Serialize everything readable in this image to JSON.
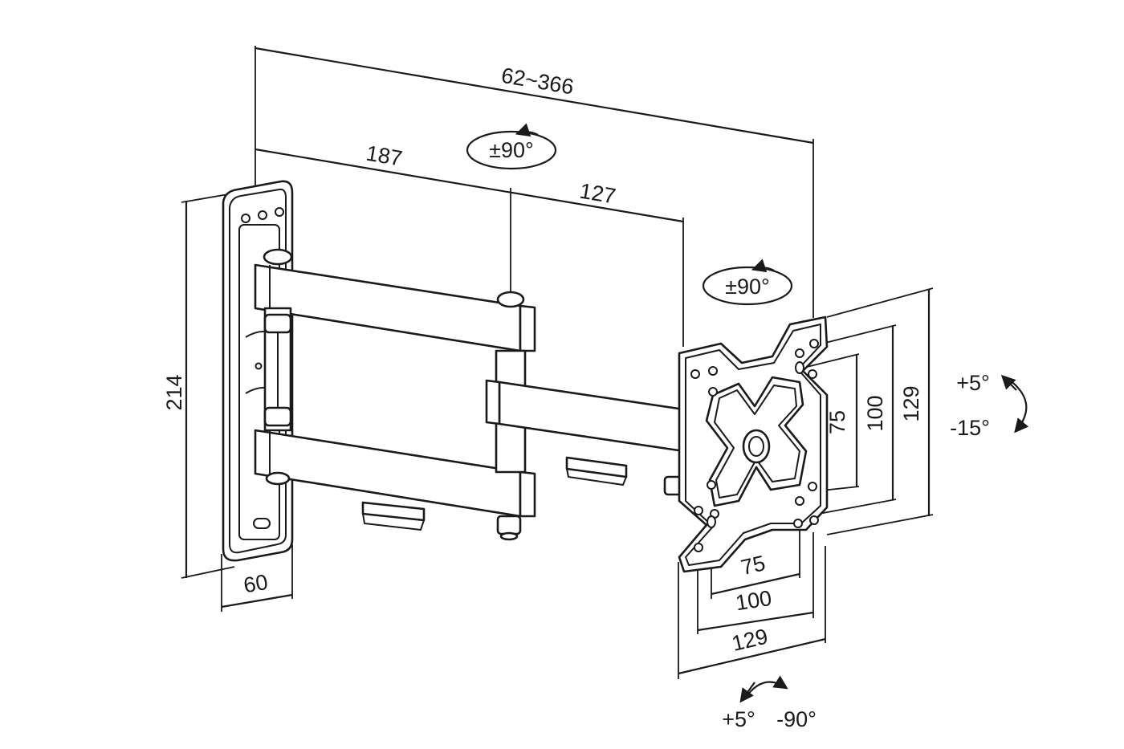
{
  "dimensions": {
    "total_extension": "62~366",
    "arm_first": "187",
    "arm_second": "127",
    "wall_height": "214",
    "wall_width": "60",
    "vesa_h_small": "75",
    "vesa_h_mid": "100",
    "vesa_h_large": "129",
    "vesa_v_small": "75",
    "vesa_v_mid": "100",
    "vesa_v_large": "129"
  },
  "rotations": {
    "arm_swivel": "±90°",
    "head_swivel": "±90°",
    "tilt_up": "+5°",
    "tilt_down": "-15°",
    "pan_left": "+5°",
    "pan_right": "-90°"
  },
  "colors": {
    "line": "#1a1a1a",
    "background": "#ffffff"
  }
}
